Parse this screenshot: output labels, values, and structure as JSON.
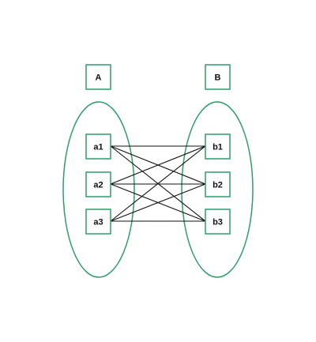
{
  "colors": {
    "node_stroke": "#2e9e6a",
    "edge": "#111111",
    "background": "#ffffff"
  },
  "sets": [
    {
      "id": "A",
      "label": "A",
      "members": [
        "a1",
        "a2",
        "a3"
      ]
    },
    {
      "id": "B",
      "label": "B",
      "members": [
        "b1",
        "b2",
        "b3"
      ]
    }
  ],
  "nodes": [
    {
      "id": "a1",
      "label": "a1"
    },
    {
      "id": "a2",
      "label": "a2"
    },
    {
      "id": "a3",
      "label": "a3"
    },
    {
      "id": "b1",
      "label": "b1"
    },
    {
      "id": "b2",
      "label": "b2"
    },
    {
      "id": "b3",
      "label": "b3"
    }
  ],
  "edges": [
    [
      "a1",
      "b1"
    ],
    [
      "a1",
      "b2"
    ],
    [
      "a1",
      "b3"
    ],
    [
      "a2",
      "b1"
    ],
    [
      "a2",
      "b2"
    ],
    [
      "a2",
      "b3"
    ],
    [
      "a3",
      "b1"
    ],
    [
      "a3",
      "b2"
    ],
    [
      "a3",
      "b3"
    ]
  ]
}
